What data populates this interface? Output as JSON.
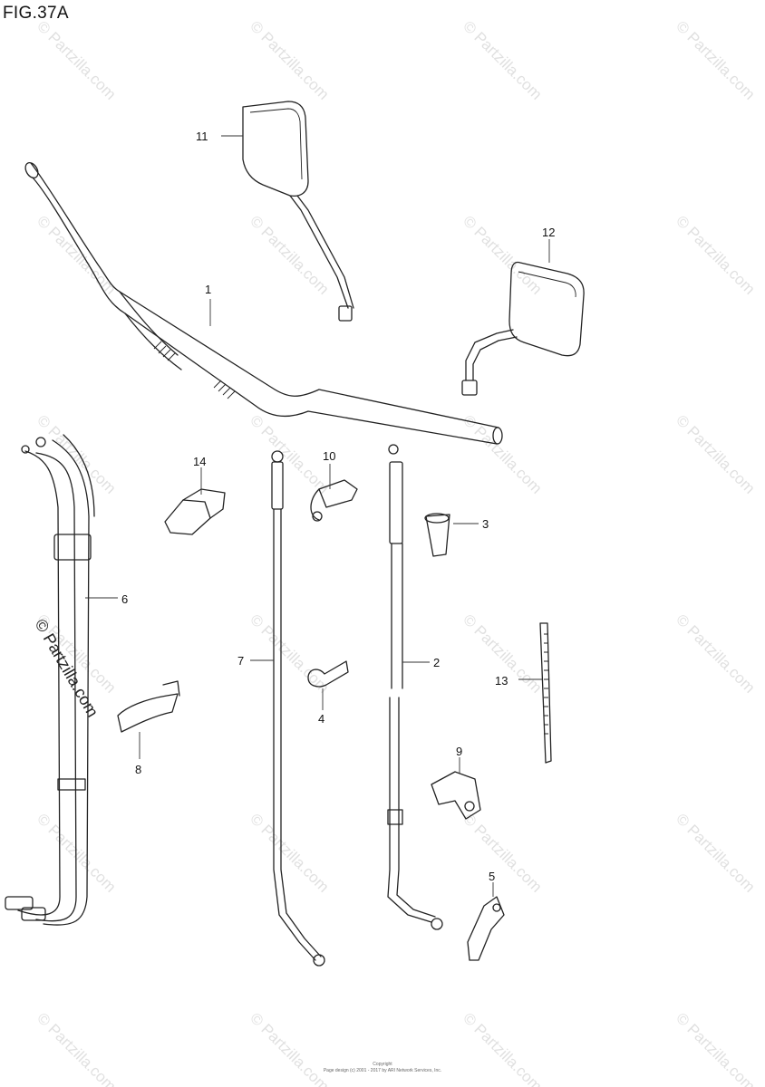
{
  "figure": {
    "title": "FIG.37A"
  },
  "watermark": {
    "text": "© Partzilla.com"
  },
  "side_watermark": {
    "text": "© Partzilla.com"
  },
  "copyright": {
    "line1": "Copyright",
    "line2": "Page design (c) 2001 - 2017 by ARI Network Services, Inc."
  },
  "callouts": [
    {
      "id": "1",
      "label": "1"
    },
    {
      "id": "2",
      "label": "2"
    },
    {
      "id": "3",
      "label": "3"
    },
    {
      "id": "4",
      "label": "4"
    },
    {
      "id": "5",
      "label": "5"
    },
    {
      "id": "6",
      "label": "6"
    },
    {
      "id": "7",
      "label": "7"
    },
    {
      "id": "8",
      "label": "8"
    },
    {
      "id": "9",
      "label": "9"
    },
    {
      "id": "10",
      "label": "10"
    },
    {
      "id": "11",
      "label": "11"
    },
    {
      "id": "12",
      "label": "12"
    },
    {
      "id": "13",
      "label": "13"
    },
    {
      "id": "14",
      "label": "14"
    }
  ]
}
